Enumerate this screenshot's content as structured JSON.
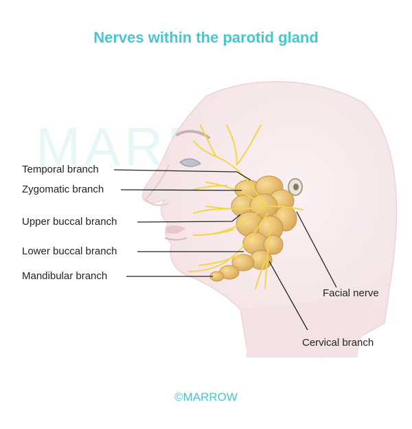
{
  "title": "Nerves within the parotid gland",
  "watermark": "MARROW",
  "footer": "©MARROW",
  "labels": {
    "temporal": "Temporal branch",
    "zygomatic": "Zygomatic branch",
    "upper_buccal": "Upper buccal branch",
    "lower_buccal": "Lower buccal branch",
    "mandibular": "Mandibular branch",
    "facial_nerve": "Facial nerve",
    "cervical": "Cervical branch"
  },
  "colors": {
    "title": "#4cc4cf",
    "gland": "#e9c27a",
    "nerve": "#f2d54c",
    "skin": "#f7e9ea"
  }
}
